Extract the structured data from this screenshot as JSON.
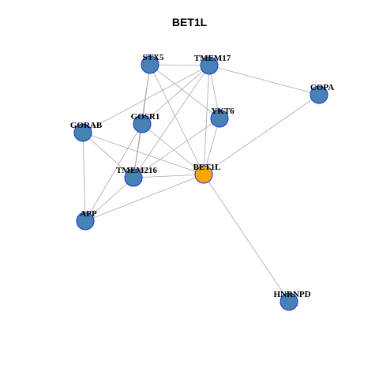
{
  "title": "BET1L",
  "colors": {
    "node": "#4682b4",
    "highlight": "#ffa500",
    "node_border": "#1a2fd0",
    "edge": "#a8a8a8"
  },
  "nodes": [
    {
      "id": "STX5",
      "label": "STX5"
    },
    {
      "id": "TMEM17",
      "label": "TMEM17"
    },
    {
      "id": "COPA",
      "label": "COPA"
    },
    {
      "id": "GOSR1",
      "label": "GOSR1"
    },
    {
      "id": "YKT6",
      "label": "YKT6"
    },
    {
      "id": "GORAB",
      "label": "GORAB"
    },
    {
      "id": "BET1L",
      "label": "BET1L",
      "highlight": true
    },
    {
      "id": "TMEM216",
      "label": "TMEM216"
    },
    {
      "id": "APP",
      "label": "APP"
    },
    {
      "id": "HNRNPD",
      "label": "HNRNPD"
    }
  ],
  "edges": [
    [
      "STX5",
      "TMEM17"
    ],
    [
      "STX5",
      "YKT6"
    ],
    [
      "STX5",
      "GOSR1"
    ],
    [
      "STX5",
      "TMEM216"
    ],
    [
      "STX5",
      "BET1L"
    ],
    [
      "TMEM17",
      "COPA"
    ],
    [
      "TMEM17",
      "GOSR1"
    ],
    [
      "TMEM17",
      "YKT6"
    ],
    [
      "TMEM17",
      "BET1L"
    ],
    [
      "TMEM17",
      "GORAB"
    ],
    [
      "TMEM17",
      "TMEM216"
    ],
    [
      "COPA",
      "BET1L"
    ],
    [
      "GOSR1",
      "TMEM216"
    ],
    [
      "GOSR1",
      "BET1L"
    ],
    [
      "GOSR1",
      "APP"
    ],
    [
      "YKT6",
      "BET1L"
    ],
    [
      "YKT6",
      "TMEM216"
    ],
    [
      "GORAB",
      "APP"
    ],
    [
      "GORAB",
      "TMEM216"
    ],
    [
      "GORAB",
      "BET1L"
    ],
    [
      "TMEM216",
      "BET1L"
    ],
    [
      "TMEM216",
      "APP"
    ],
    [
      "APP",
      "BET1L"
    ],
    [
      "BET1L",
      "HNRNPD"
    ]
  ]
}
